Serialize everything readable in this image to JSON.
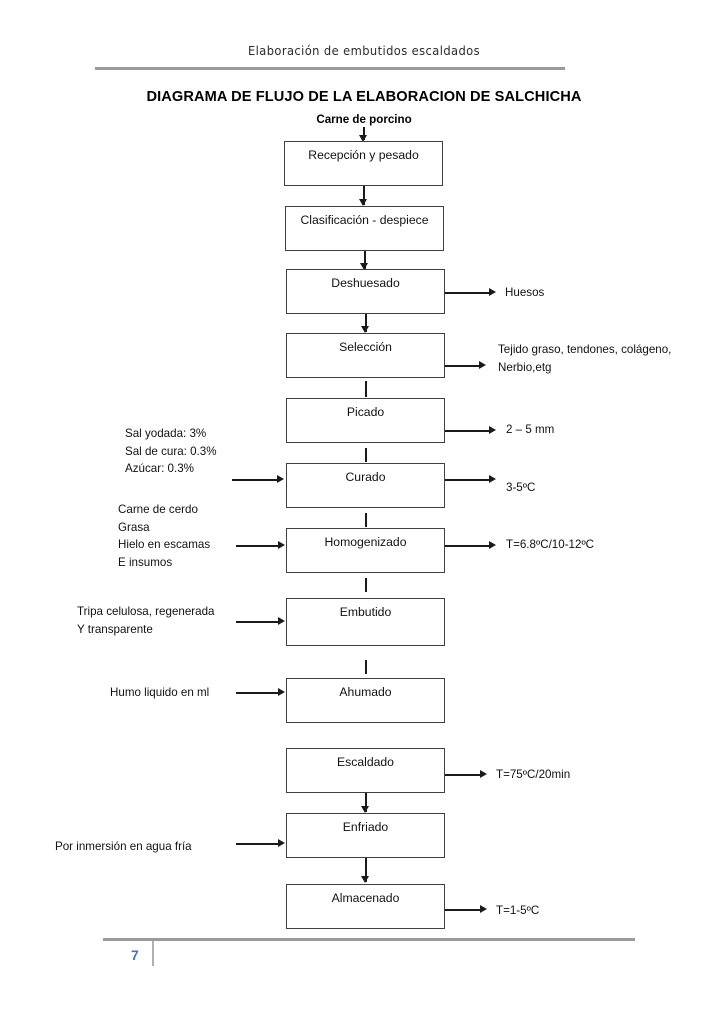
{
  "header": {
    "running_head": "Elaboración de embutidos escaldados",
    "title": "DIAGRAMA DE FLUJO DE LA ELABORACION DE SALCHICHA",
    "input_label": "Carne de porcino"
  },
  "boxes": [
    {
      "label": "Recepción y pesado"
    },
    {
      "label": "Clasificación - despiece"
    },
    {
      "label": "Deshuesado"
    },
    {
      "label": "Selección"
    },
    {
      "label": "Picado"
    },
    {
      "label": "Curado"
    },
    {
      "label": "Homogenizado"
    },
    {
      "label": "Embutido"
    },
    {
      "label": "Ahumado"
    },
    {
      "label": "Escaldado"
    },
    {
      "label": "Enfriado"
    },
    {
      "label": "Almacenado"
    }
  ],
  "outputs": {
    "deshuesado": "Huesos",
    "seleccion": "Tejido  graso, tendones, colágeno,\nNerbio,etg",
    "picado": "2 – 5 mm",
    "curado": "3-5ºC",
    "homogenizado": "T=6.8ºC/10-12ºC",
    "escaldado": "T=75ºC/20min",
    "almacenado": "T=1-5ºC"
  },
  "inputs": {
    "curado": "Sal yodada: 3%\nSal de cura: 0.3%\nAzúcar: 0.3%",
    "homogenizado": "Carne de cerdo\nGrasa\nHielo en escamas\nE insumos",
    "embutido": "Tripa celulosa, regenerada\nY transparente",
    "ahumado": "Humo liquido en ml",
    "enfriado": "Por inmersión en agua fría"
  },
  "footer": {
    "page_number": "7"
  },
  "colors": {
    "rule": "#9a9a9a",
    "box_border": "#404040",
    "connector": "#1a1a1a",
    "page_number": "#4a76a8"
  }
}
